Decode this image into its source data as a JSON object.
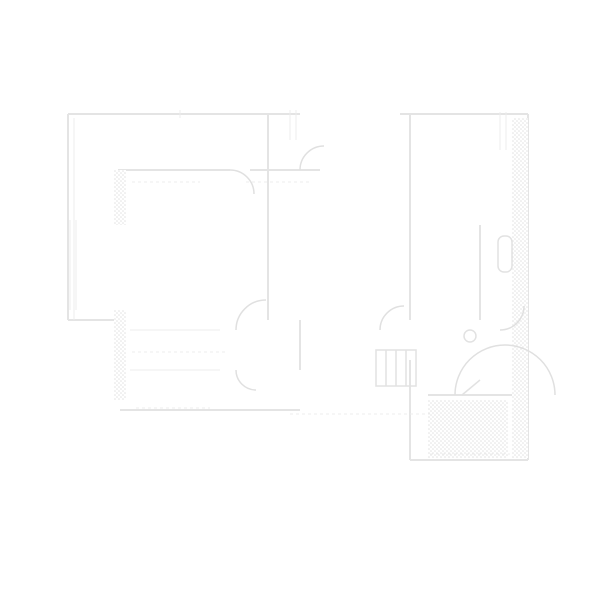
{
  "plan": {
    "wall_color": "#e4e4e4",
    "background": "#ffffff",
    "rooms": [
      {
        "id": "living",
        "label": ""
      },
      {
        "id": "bedroom",
        "label": ""
      },
      {
        "id": "kitchen",
        "label": ""
      },
      {
        "id": "bath",
        "label": ""
      },
      {
        "id": "balcony",
        "label": ""
      }
    ]
  }
}
